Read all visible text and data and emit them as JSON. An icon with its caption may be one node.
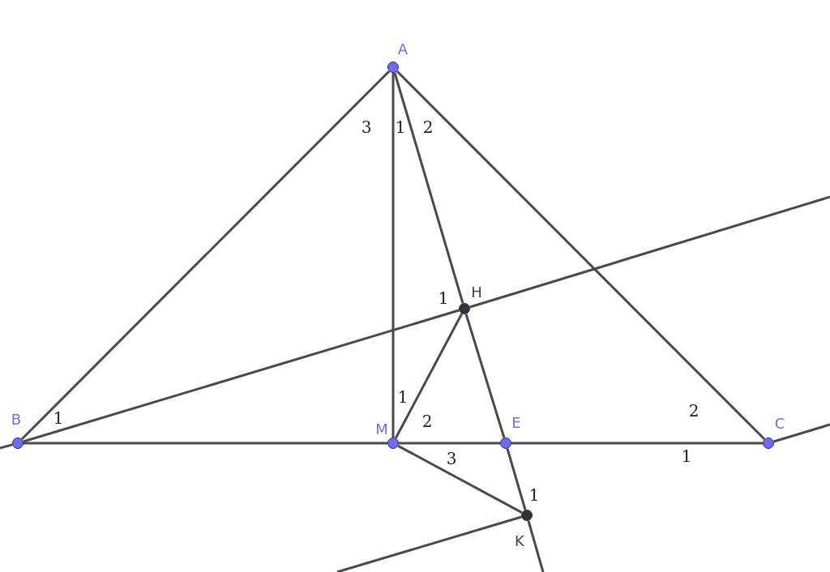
{
  "diagram": {
    "nodes": [
      {
        "text": [
          "A"
        ]
      },
      {
        "text": [
          "H"
        ]
      },
      {
        "text": [
          "B"
        ]
      },
      {
        "text": [
          "M"
        ]
      },
      {
        "text": [
          "E"
        ]
      },
      {
        "text": [
          "C"
        ]
      },
      {
        "text": [
          "K"
        ]
      }
    ],
    "edges": [
      {
        "from": 0,
        "to": 2,
        "arrow": "none"
      },
      {
        "from": 0,
        "to": 3,
        "arrow": "none"
      },
      {
        "from": 0,
        "to": 1,
        "arrow": "none"
      },
      {
        "from": 0,
        "to": 5,
        "arrow": "none"
      },
      {
        "from": 2,
        "to": 1,
        "arrow": "none"
      },
      {
        "from": 1,
        "to": null,
        "arrow": "none"
      },
      {
        "from": 3,
        "to": 1,
        "arrow": "none"
      },
      {
        "from": 1,
        "to": 4,
        "arrow": "none"
      },
      {
        "from": 2,
        "to": 3,
        "arrow": "none"
      },
      {
        "from": 3,
        "to": 4,
        "arrow": "none"
      },
      {
        "from": 4,
        "to": 5,
        "arrow": "none"
      },
      {
        "from": 3,
        "to": 6,
        "arrow": "none"
      },
      {
        "from": 4,
        "to": 6,
        "arrow": "none"
      },
      {
        "from": 6,
        "to": null,
        "arrow": "none"
      },
      {
        "from": 6,
        "to": null,
        "arrow": "none"
      },
      {
        "from": 5,
        "to": null,
        "arrow": "none"
      },
      {
        "from": null,
        "to": 2,
        "arrow": "none"
      }
    ],
    "labels": [
      "3",
      "1",
      "2",
      "1",
      "1",
      "1",
      "2",
      "2",
      "3",
      "1",
      "1"
    ]
  }
}
